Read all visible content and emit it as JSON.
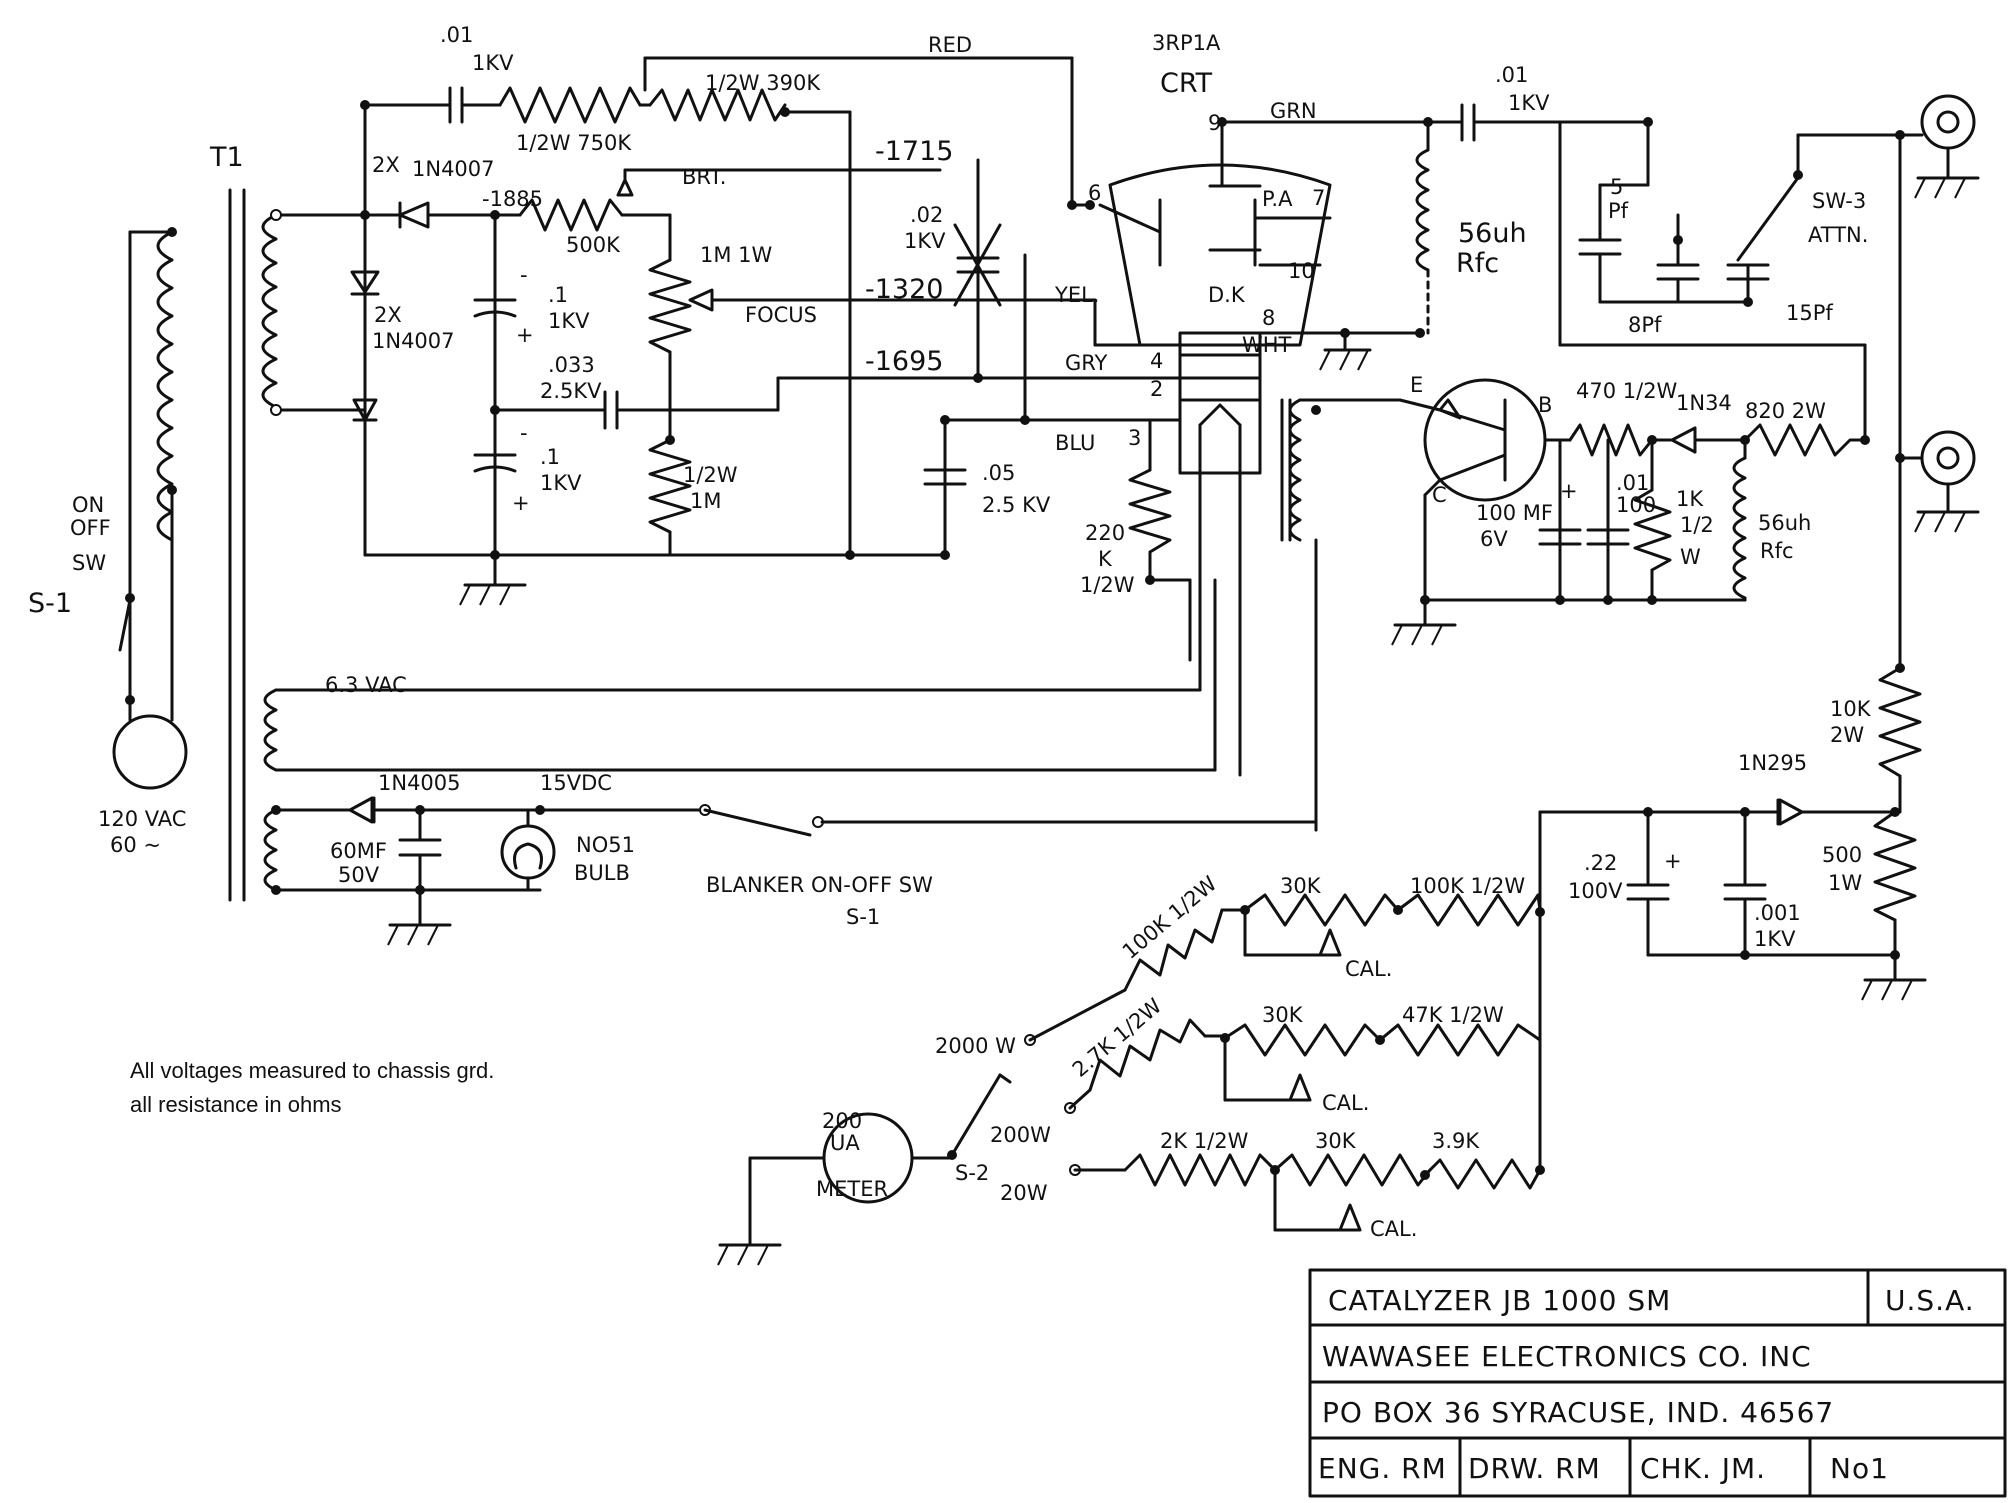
{
  "header": {
    "red": "RED",
    "crt_type": "3RP1A",
    "crt": "CRT",
    "grn": "GRN",
    "yel": "YEL.",
    "gry": "GRY",
    "blu": "BLU",
    "wht": "WHT",
    "brt": "BRT."
  },
  "transformer": {
    "name": "T1"
  },
  "pins": {
    "p6": "6",
    "p7": "7",
    "p4": "4",
    "p2": "2",
    "p3": "3",
    "p8": "8",
    "p9": "9",
    "p10": "10",
    "dk": "D.K",
    "pa": "P.A"
  },
  "voltages": {
    "v1715": "-1715",
    "v1885": "-1885",
    "v1320": "-1320",
    "v1695": "-1695",
    "v15": "15VDC",
    "v63": "6.3 VAC"
  },
  "components": {
    "c01_1kv_a": ".01",
    "c01_1kv_a2": "1KV",
    "r750k": "1/2W 750K",
    "r390k": "1/2W 390K",
    "d2x_a": "2X",
    "d2x_a2": "1N4007",
    "d2x_b": "2X",
    "d2x_b2": "1N4007",
    "r500k": "500K",
    "r1m1w": "1M 1W",
    "focus": "FOCUS",
    "c1_1kv_a": ".1",
    "c1_1kv_a2": "1KV",
    "c033": ".033",
    "c033b": "2.5KV",
    "c1_1kv_b": ".1",
    "c1_1kv_b2": "1KV",
    "r1m_half": "1/2W",
    "r1m_half2": "1M",
    "c02": ".02",
    "c02b": "1KV",
    "c05": ".05",
    "c05b": "2.5 KV",
    "r220k": "220",
    "r220kb": "K",
    "r220kc": "1/2W",
    "c01_1kv_b": ".01",
    "c01_1kv_b2": "1KV",
    "l56uh": "56uh",
    "l56uhb": "Rfc",
    "c5pf": "5",
    "c5pfb": "Pf",
    "c8pf": "8Pf",
    "c15pf": "15Pf",
    "sw3": "SW-3",
    "sw3b": "ATTN.",
    "q_e": "E",
    "q_b": "B",
    "q_c": "C",
    "r470": "470 1/2W",
    "d1n34": "1N34",
    "r820": "820 2W",
    "c100mf": "100 MF",
    "c100mfb": "6V",
    "c01_100": ".01",
    "c01_100b": "100",
    "r1k": "1K",
    "r1kb": "1/2",
    "r1kc": "W",
    "l56uh2": "56uh",
    "l56uh2b": "Rfc",
    "r10k": "10K",
    "r10kb": "2W",
    "d1n295": "1N295",
    "r500": "500",
    "r500b": "1W",
    "c22": ".22",
    "c22b": "100V",
    "c001": ".001",
    "c001b": "1KV",
    "d1n4005": "1N4005",
    "c60mf": "60MF",
    "c60mfb": "50V",
    "bulb": "NO51",
    "bulbb": "BULB",
    "blanker": "BLANKER ON-OFF SW",
    "blankerb": "S-1",
    "s1_onoff": "ON",
    "s1_onoff2": "OFF",
    "s1_sw": "SW",
    "s1_name": "S-1",
    "ac": "120 VAC",
    "ac2": "60 ~",
    "r100k_a": "100K 1/2W",
    "r30k_a": "30K",
    "r100k_b": "100K 1/2W",
    "cal_a": "CAL.",
    "r27k": "2.7K 1/2W",
    "r30k_b": "30K",
    "r47k": "47K 1/2W",
    "cal_b": "CAL.",
    "r2k": "2K 1/2W",
    "r30k_c": "30K",
    "r39k": "3.9K",
    "cal_c": "CAL.",
    "w2000": "2000 W",
    "w200": "200W",
    "w20": "20W",
    "s2": "S-2",
    "meter1": "200",
    "meter2": "UA",
    "meter3": "METER"
  },
  "notes": {
    "line1": "All voltages measured to chassis grd.",
    "line2": "all resistance in ohms"
  },
  "title_block": {
    "title": "CATALYZER JB 1000 SM",
    "country": "U.S.A.",
    "company": "WAWASEE ELECTRONICS CO. INC",
    "address": "PO BOX 36 SYRACUSE, IND. 46567",
    "eng": "ENG. RM",
    "drw": "DRW. RM",
    "chk": "CHK. JM.",
    "no": "No1"
  }
}
